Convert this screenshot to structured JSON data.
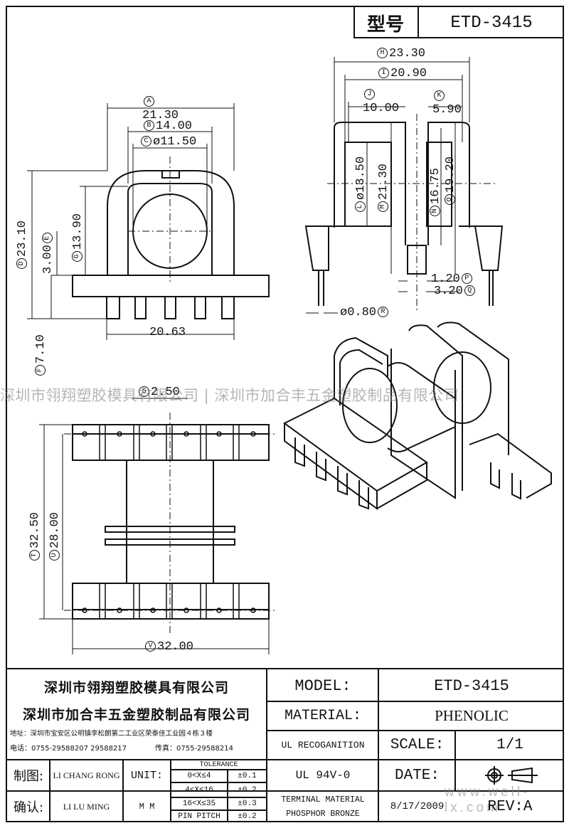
{
  "header": {
    "model_label": "型号",
    "model_value": "ETD-3415"
  },
  "watermark": {
    "company_band": "深圳市翎翔塑胶模具有限公司 | 深圳市加合丰五金塑胶制品有限公司",
    "url": "www.well-lx.com"
  },
  "dimensions": {
    "A": "21.30",
    "B": "14.00",
    "C": "ø11.50",
    "D": "23.10",
    "E": "3.00",
    "F": "7.10",
    "G": "13.90",
    "bottom_front": "20.63",
    "H": "23.30",
    "I": "20.90",
    "J": "10.00",
    "K": "5.90",
    "L": "ø13.50",
    "M": "21.30",
    "N": "16.75",
    "O": "19.20",
    "P": "1.20",
    "Q": "3.20",
    "R": "ø0.80",
    "S": "2.50",
    "T": "32.50",
    "U": "28.00",
    "V": "32.00"
  },
  "title_block": {
    "company_1": "深圳市翎翔塑胶模具有限公司",
    "company_2": "深圳市加合丰五金塑胶制品有限公司",
    "address": "地址：深圳市宝安区公明镇李松朗第二工业区荣泰佳工业园４栋３楼",
    "phone": "电话：0755-29588207 29588217",
    "fax": "传真：0755-29588214",
    "model_label": "MODEL:",
    "model_value": "ETD-3415",
    "material_label": "MATERIAL:",
    "material_value": "PHENOLIC",
    "ul_label": "UL RECOGANITION",
    "ul_value": "UL 94V-0",
    "scale_label": "SCALE:",
    "scale_value": "1/1",
    "date_label": "DATE:",
    "date_value": "8/17/2009",
    "terminal_label": "TERMINAL MATERIAL",
    "terminal_value": "PHOSPHOR  BRONZE",
    "rev_label": "REV:A",
    "drawn_label": "制图:",
    "drawn_by": "LI CHANG RONG",
    "checked_label": "确认:",
    "checked_by": "LI LU MING",
    "unit_label": "UNIT:",
    "unit_value": "M M",
    "tolerance_title": "TOLERANCE",
    "tolerance_rows": [
      {
        "range": "0<X≤4",
        "tol": "±0.1"
      },
      {
        "range": "4<X≤16",
        "tol": "±0.2"
      },
      {
        "range": "16<X≤35",
        "tol": "±0.3"
      },
      {
        "range": "PIN PITCH",
        "tol": "±0.2"
      }
    ]
  }
}
